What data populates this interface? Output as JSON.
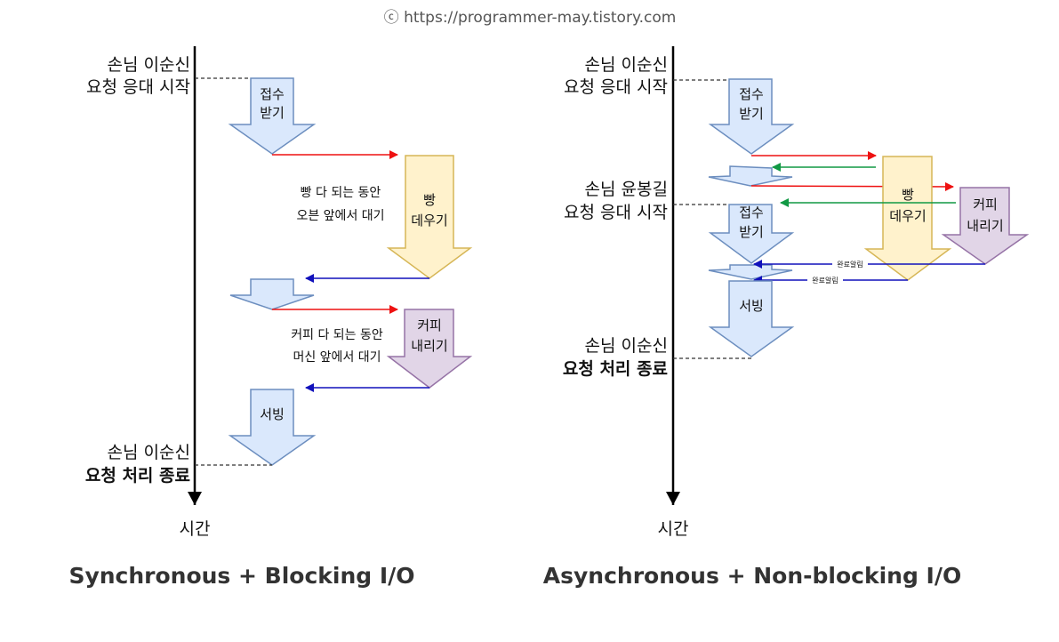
{
  "watermark": "ⓒ https://programmer-may.tistory.com",
  "colors": {
    "request_arrow": "#ee1111",
    "complete_arrow": "#1111bb",
    "return_arrow": "#119944",
    "blue_fill": "#dae8fc",
    "yellow_fill": "#fff2cc",
    "purple_fill": "#e1d5e7"
  },
  "left": {
    "title": "Synchronous + Blocking I/O",
    "axis_label": "시간",
    "start_label": [
      "손님 이순신",
      "요청 응대 시작"
    ],
    "end_label": [
      "손님 이순신",
      "요청 처리 종료"
    ],
    "receive_box": [
      "접수",
      "받기"
    ],
    "bread_box": [
      "빵",
      "데우기"
    ],
    "coffee_box": [
      "커피",
      "내리기"
    ],
    "serving_box": "서빙",
    "bread_wait_note": [
      "빵 다 되는 동안",
      "오븐 앞에서 대기"
    ],
    "coffee_wait_note": [
      "커피 다 되는 동안",
      "머신 앞에서 대기"
    ]
  },
  "right": {
    "title": "Asynchronous + Non-blocking I/O",
    "axis_label": "시간",
    "start_label": [
      "손님 이순신",
      "요청 응대 시작"
    ],
    "second_label": [
      "손님 윤봉길",
      "요청 응대 시작"
    ],
    "end_label": [
      "손님 이순신",
      "요청 처리 종료"
    ],
    "receive_box": [
      "접수",
      "받기"
    ],
    "receive_box_2": [
      "접수",
      "받기"
    ],
    "bread_box": [
      "빵",
      "데우기"
    ],
    "coffee_box": [
      "커피",
      "내리기"
    ],
    "serving_box": "서빙",
    "complete_alert_1": "완료알림",
    "complete_alert_2": "완료알림"
  }
}
